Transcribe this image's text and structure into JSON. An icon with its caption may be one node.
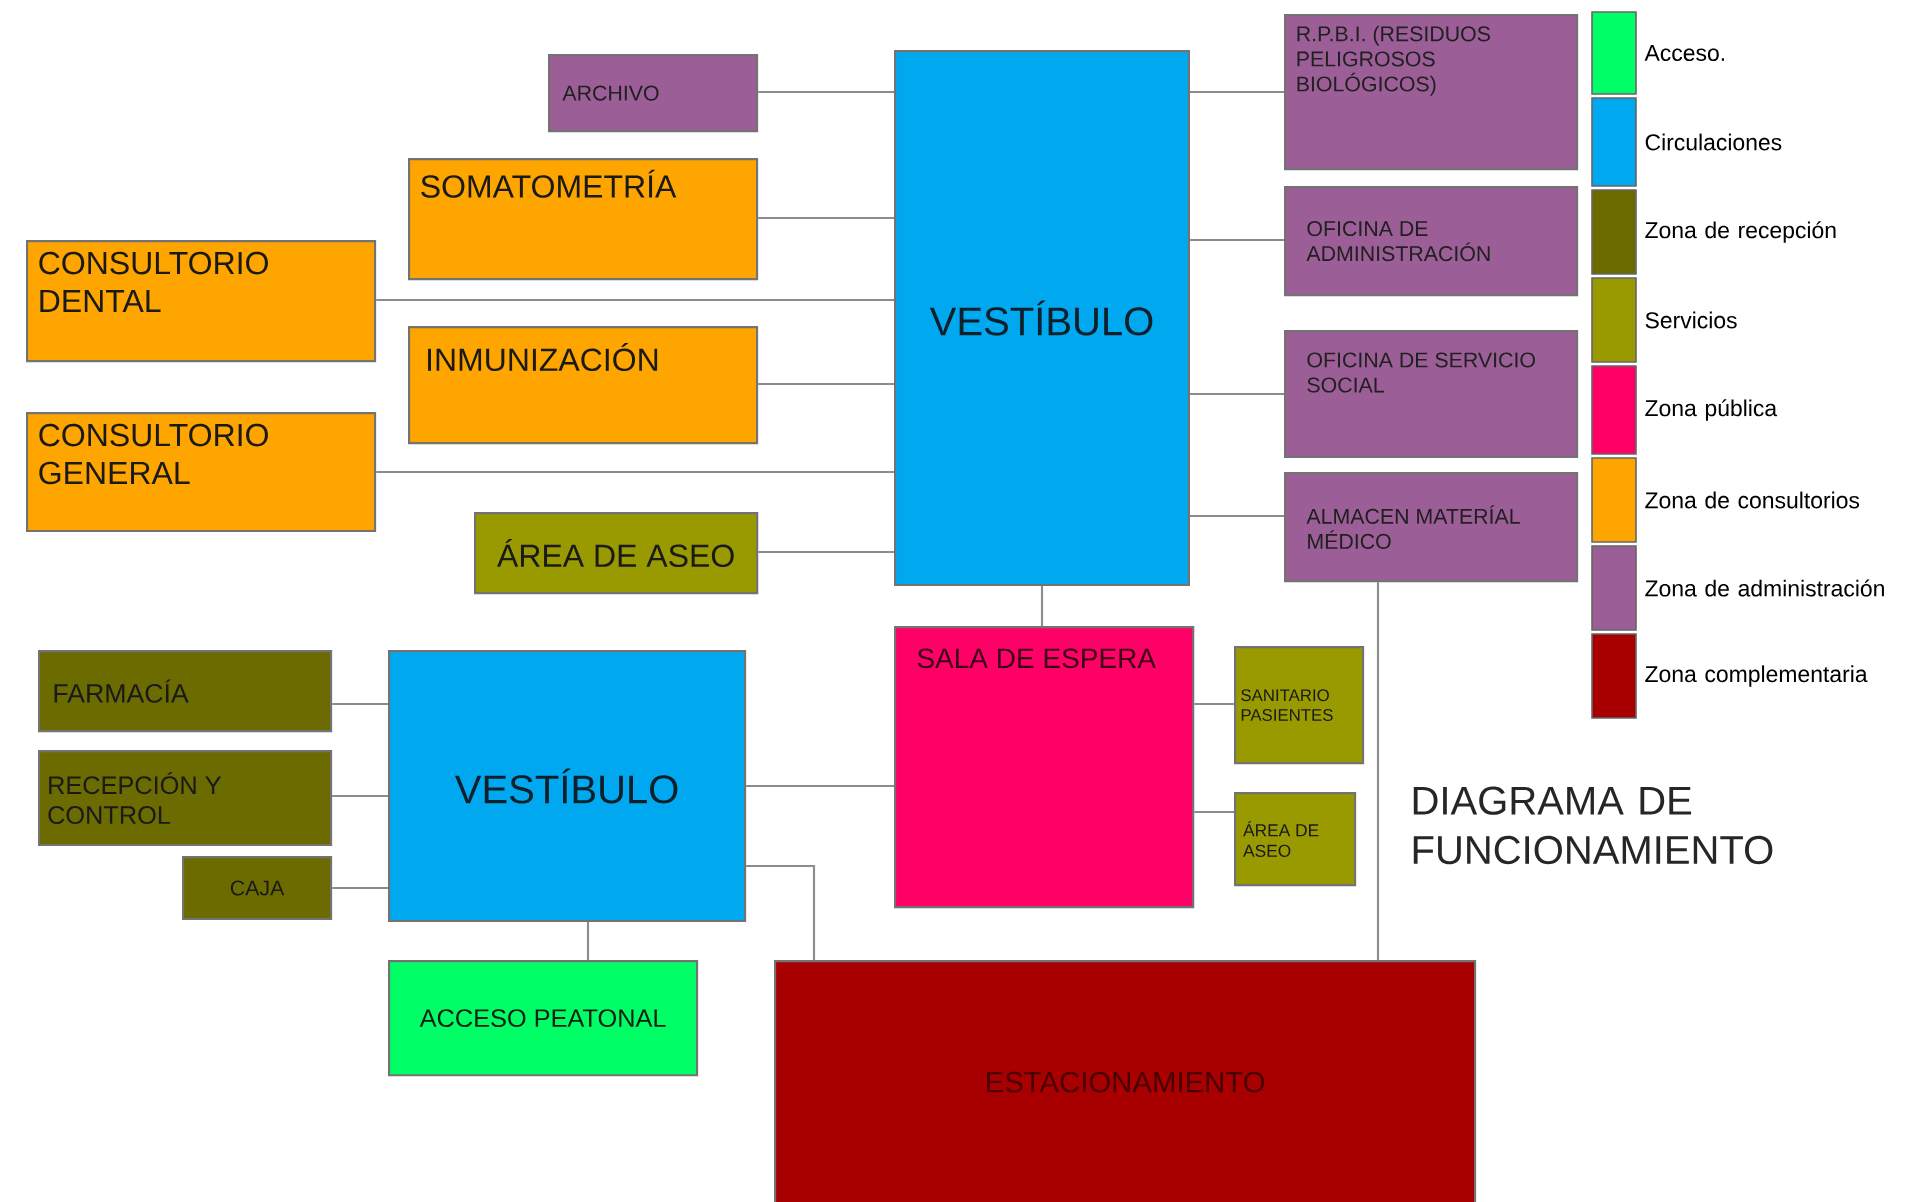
{
  "diagram": {
    "title": "DIAGRAMA DE FUNCIONAMIENTO",
    "nodes": [
      {
        "text": [
          "ARCHIVO"
        ]
      },
      {
        "text": [
          "SOMATOMETRÍA"
        ]
      },
      {
        "text": [
          "CONSULTORIO DENTAL"
        ]
      },
      {
        "text": [
          "INMUNIZACIÓN"
        ]
      },
      {
        "text": [
          "CONSULTORIO GENERAL"
        ]
      },
      {
        "text": [
          "ÁREA DE ASEO"
        ]
      },
      {
        "text": [
          "VESTÍBULO"
        ]
      },
      {
        "text": [
          "R.P.B.I. (RESIDUOS PELIGROSOS BIOLÓGICOS)"
        ]
      },
      {
        "text": [
          "OFICINA DE ADMINISTRACIÓN"
        ]
      },
      {
        "text": [
          "OFICINA DE SERVICIO SOCIAL"
        ]
      },
      {
        "text": [
          "ALMACEN MATERÍAL MÉDICO"
        ]
      },
      {
        "text": [
          "FARMACÍA"
        ]
      },
      {
        "text": [
          "RECEPCIÓN Y CONTROL"
        ]
      },
      {
        "text": [
          "CAJA"
        ]
      },
      {
        "text": [
          "VESTÍBULO"
        ]
      },
      {
        "text": [
          "SALA DE ESPERA"
        ]
      },
      {
        "text": [
          "SANITARIO PASIENTES"
        ]
      },
      {
        "text": [
          "ÁREA DE ASEO"
        ]
      },
      {
        "text": [
          "ACCESO PEATONAL"
        ]
      },
      {
        "text": [
          "ESTACIONAMIENTO"
        ]
      }
    ],
    "edges": [
      {
        "from": 0,
        "to": 6,
        "arrow": "none"
      },
      {
        "from": 1,
        "to": 6,
        "arrow": "none"
      },
      {
        "from": 2,
        "to": 6,
        "arrow": "none"
      },
      {
        "from": 3,
        "to": 6,
        "arrow": "none"
      },
      {
        "from": 4,
        "to": 6,
        "arrow": "none"
      },
      {
        "from": 5,
        "to": 6,
        "arrow": "none"
      },
      {
        "from": 6,
        "to": 7,
        "arrow": "none"
      },
      {
        "from": 6,
        "to": 8,
        "arrow": "none"
      },
      {
        "from": 6,
        "to": 9,
        "arrow": "none"
      },
      {
        "from": 6,
        "to": 10,
        "arrow": "none"
      },
      {
        "from": 6,
        "to": 15,
        "arrow": "none"
      },
      {
        "from": 11,
        "to": 14,
        "arrow": "none"
      },
      {
        "from": 12,
        "to": 14,
        "arrow": "none"
      },
      {
        "from": 13,
        "to": 14,
        "arrow": "none"
      },
      {
        "from": 14,
        "to": 15,
        "arrow": "none"
      },
      {
        "from": 14,
        "to": 18,
        "arrow": "none"
      },
      {
        "from": 14,
        "to": 19,
        "arrow": "none"
      },
      {
        "from": 15,
        "to": 16,
        "arrow": "none"
      },
      {
        "from": 15,
        "to": 17,
        "arrow": "none"
      },
      {
        "from": 10,
        "to": 19,
        "arrow": "none"
      }
    ],
    "legend": [
      {
        "text": "Acceso.",
        "color": "#00ff66"
      },
      {
        "text": "Circulaciones",
        "color": "#00a8f0"
      },
      {
        "text": "Zona de recepción",
        "color": "#6b6b00"
      },
      {
        "text": "Servicios",
        "color": "#999900"
      },
      {
        "text": "Zona pública",
        "color": "#ff0066"
      },
      {
        "text": "Zona de consultorios",
        "color": "#ffa500"
      },
      {
        "text": "Zona de administración",
        "color": "#9b5e96"
      },
      {
        "text": "Zona complementaria",
        "color": "#a80000"
      }
    ]
  }
}
